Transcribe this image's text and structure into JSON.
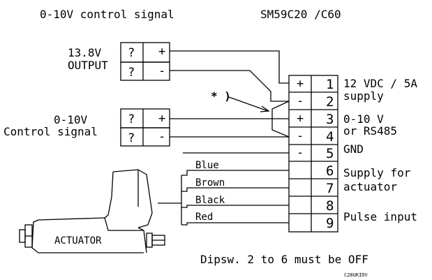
{
  "header": {
    "left_title": "0-10V control signal",
    "right_title": "SM59C20 /C60"
  },
  "inputs": {
    "output_block": {
      "label_line1": "13.8V",
      "label_line2": "OUTPUT",
      "terminals": [
        {
          "marker": "?",
          "polarity": "+"
        },
        {
          "marker": "?",
          "polarity": "-"
        }
      ]
    },
    "control_block": {
      "label_line1": "0-10V",
      "label_line2": "Control signal",
      "terminals": [
        {
          "marker": "?",
          "polarity": "+"
        },
        {
          "marker": "?",
          "polarity": "-"
        }
      ]
    }
  },
  "jumper_note": "* )",
  "terminal_strip": [
    {
      "num": "1",
      "sign": "+"
    },
    {
      "num": "2",
      "sign": "-"
    },
    {
      "num": "3",
      "sign": "+"
    },
    {
      "num": "4",
      "sign": "-"
    },
    {
      "num": "5",
      "sign": "-"
    },
    {
      "num": "6",
      "sign": ""
    },
    {
      "num": "7",
      "sign": ""
    },
    {
      "num": "8",
      "sign": ""
    },
    {
      "num": "9",
      "sign": ""
    }
  ],
  "terminal_labels": {
    "t1_line1": "12 VDC / 5A",
    "t1_line2": "supply",
    "t3_line1": "0-10 V",
    "t3_line2": "or RS485",
    "t5": "GND",
    "t6_line1": "Supply for",
    "t6_line2": "actuator",
    "t8": "Pulse input"
  },
  "actuator": {
    "label": "ACTUATOR",
    "wires": [
      "Blue",
      "Brown",
      "Black",
      "Red"
    ]
  },
  "footer": {
    "note": "Dipsw. 2 to 6 must be OFF",
    "code": "C20UKIOV"
  },
  "colors": {
    "line": "#000000",
    "background": "#ffffff"
  }
}
